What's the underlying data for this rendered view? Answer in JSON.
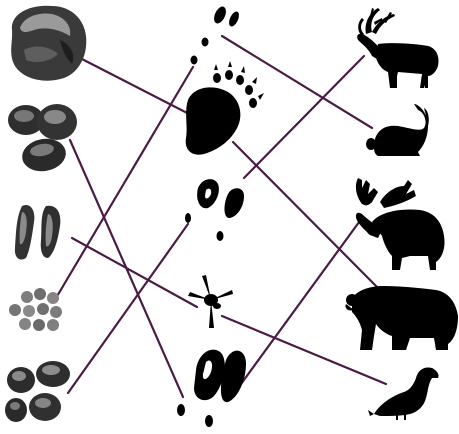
{
  "colors": {
    "line": "#4a1b44",
    "silhouette": "#000000",
    "dropping_dark": "#2b2b2b",
    "dropping_mid": "#6b6b6b",
    "dropping_light": "#bdbdbd",
    "background": "#ffffff"
  },
  "droppings": [
    {
      "id": "d1",
      "icon": "rock-dropping-icon"
    },
    {
      "id": "d2",
      "icon": "oval-pellets-dropping-icon"
    },
    {
      "id": "d3",
      "icon": "cylindrical-dropping-icon"
    },
    {
      "id": "d4",
      "icon": "round-pellets-dropping-icon"
    },
    {
      "id": "d5",
      "icon": "nugget-dropping-icon"
    }
  ],
  "tracks": [
    {
      "id": "t1",
      "icon": "rabbit-track-icon"
    },
    {
      "id": "t2",
      "icon": "bear-paw-track-icon"
    },
    {
      "id": "t3",
      "icon": "deer-hoof-track-icon"
    },
    {
      "id": "t4",
      "icon": "bird-track-icon"
    },
    {
      "id": "t5",
      "icon": "moose-hoof-track-icon"
    }
  ],
  "animals": [
    {
      "id": "a1",
      "icon": "reindeer-icon"
    },
    {
      "id": "a2",
      "icon": "rabbit-icon"
    },
    {
      "id": "a3",
      "icon": "moose-icon"
    },
    {
      "id": "a4",
      "icon": "bear-icon"
    },
    {
      "id": "a5",
      "icon": "grouse-icon"
    }
  ],
  "connections": [
    {
      "from": "d1",
      "to": "t2"
    },
    {
      "from": "d2",
      "to": "t5"
    },
    {
      "from": "d3",
      "to": "t4"
    },
    {
      "from": "d4",
      "to": "t1"
    },
    {
      "from": "d5",
      "to": "t3"
    },
    {
      "from": "t1",
      "to": "a2"
    },
    {
      "from": "t2",
      "to": "a4"
    },
    {
      "from": "t3",
      "to": "a1"
    },
    {
      "from": "t4",
      "to": "a5"
    },
    {
      "from": "t5",
      "to": "a3"
    }
  ]
}
